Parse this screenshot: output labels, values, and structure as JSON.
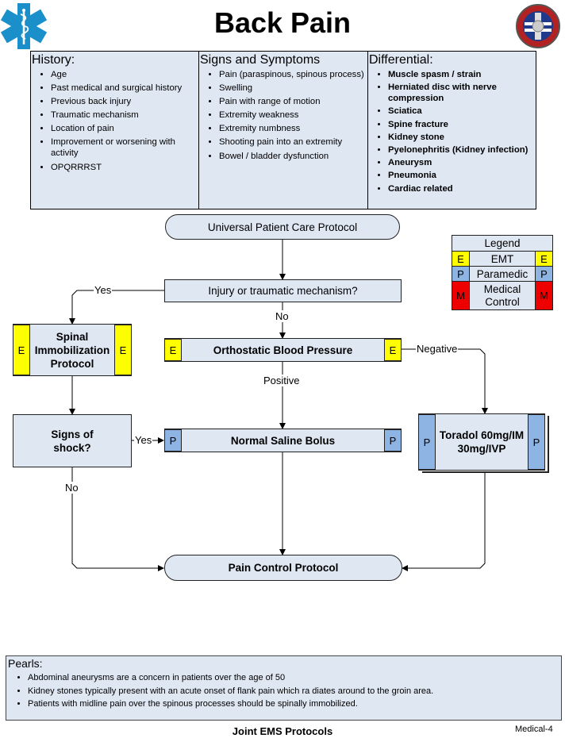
{
  "title": "Back Pain",
  "history": {
    "heading": "History:",
    "items": [
      "Age",
      "Past medical and surgical history",
      "Previous back injury",
      "Traumatic mechanism",
      "Location of pain",
      "Improvement or worsening with activity",
      "OPQRRRST"
    ]
  },
  "signs": {
    "heading": "Signs and Symptoms",
    "items": [
      "Pain (paraspinous, spinous process)",
      "Swelling",
      "Pain with range of motion",
      "Extremity weakness",
      "Extremity numbness",
      "Shooting pain into an extremity",
      "Bowel / bladder dysfunction"
    ]
  },
  "differential": {
    "heading": "Differential:",
    "items": [
      "Muscle spasm / strain",
      "Herniated disc with nerve compression",
      "Sciatica",
      "Spine fracture",
      "Kidney stone",
      "Pyelonephritis (Kidney infection)",
      "Aneurysm",
      "Pneumonia",
      "Cardiac related"
    ]
  },
  "flow": {
    "universal": "Universal Patient Care Protocol",
    "injury_q": "Injury or traumatic mechanism?",
    "yes": "Yes",
    "no": "No",
    "spinal_line1": "Spinal",
    "spinal_line2": "Immobilization",
    "spinal_line3": "Protocol",
    "orthostatic": "Orthostatic Blood Pressure",
    "negative": "Negative",
    "positive": "Positive",
    "shock_line1": "Signs of",
    "shock_line2": "shock?",
    "saline": "Normal Saline Bolus",
    "toradol_line1": "Toradol 60mg/IM",
    "toradol_line2": "30mg/IVP",
    "pain_control": "Pain Control Protocol",
    "badge_e": "E",
    "badge_p": "P"
  },
  "legend": {
    "title": "Legend",
    "rows": [
      {
        "code": "E",
        "label": "EMT",
        "color": "#ffff00"
      },
      {
        "code": "P",
        "label": "Paramedic",
        "color": "#8db4e2"
      },
      {
        "code": "M",
        "label": "Medical Control",
        "color": "#ee0000"
      }
    ]
  },
  "pearls": {
    "heading": "Pearls:",
    "items": [
      "Abdominal aneurysms are a concern in patients over the age of 50",
      "Kidney stones typically present with an acute onset of flank pain which ra diates around to the groin area.",
      "Patients with midline pain over the spinous processes should be spinally immobilized."
    ]
  },
  "footer": {
    "center": "Joint EMS Protocols",
    "right": "Medical-4"
  },
  "colors": {
    "box_fill": "#dfe7f3",
    "emt": "#ffff00",
    "paramedic": "#8db4e2",
    "medical_control": "#ee0000",
    "star": "#1a8fc9"
  },
  "icons": [
    "star-of-life-icon",
    "fire-department-badge-icon"
  ]
}
